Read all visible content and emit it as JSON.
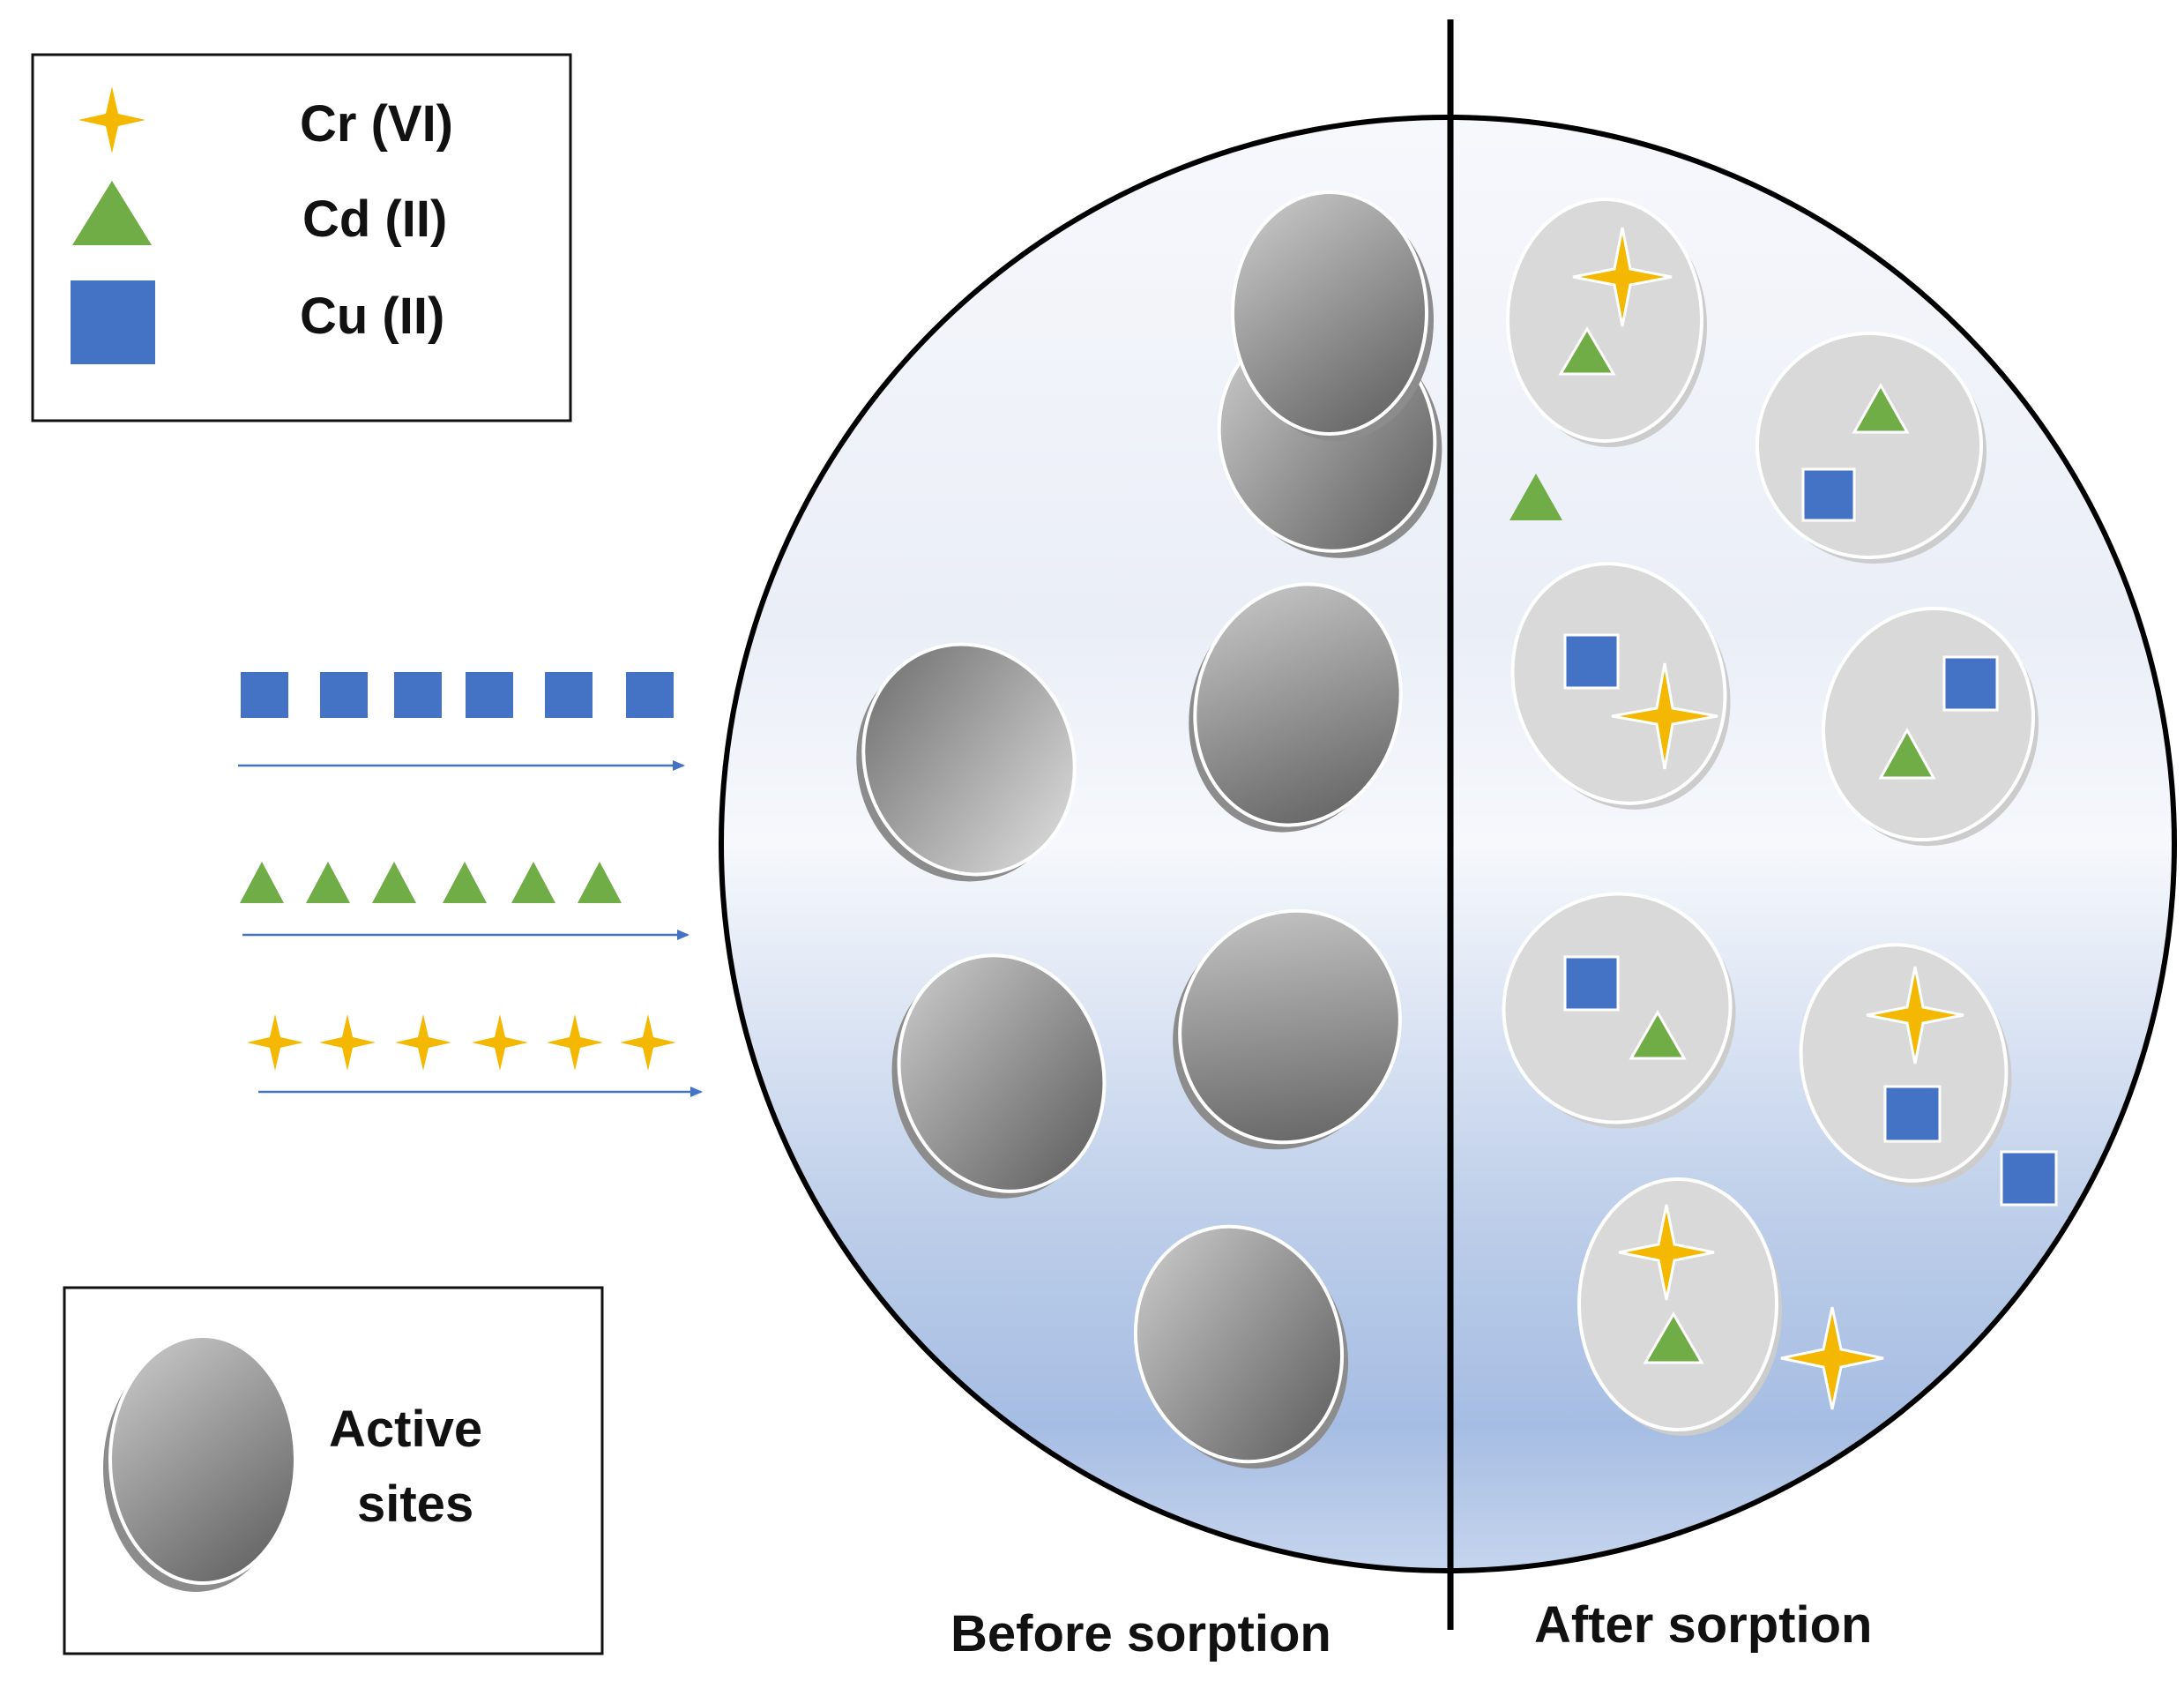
{
  "legend": {
    "items": [
      {
        "symbol": "star-icon",
        "label": "Cr (VI)"
      },
      {
        "symbol": "triangle-icon",
        "label": "Cd (II)"
      },
      {
        "symbol": "square-icon",
        "label": "Cu (II)"
      }
    ]
  },
  "sites_legend": {
    "line1": "Active",
    "line2": "sites"
  },
  "labels": {
    "before": "Before sorption",
    "after": "After sorption"
  },
  "colors": {
    "cr_star": "#F5B800",
    "cd_triangle": "#70AD47",
    "cu_square": "#4472C4",
    "arrow": "#4472C4",
    "site_gray_light": "#C8C8C8",
    "site_gray_dark": "#6A6A6A",
    "occupied_site": "#D9D9D9",
    "disc_top": "#F4F6FB",
    "disc_bottom": "#A9BFE3",
    "outline": "#000000"
  }
}
